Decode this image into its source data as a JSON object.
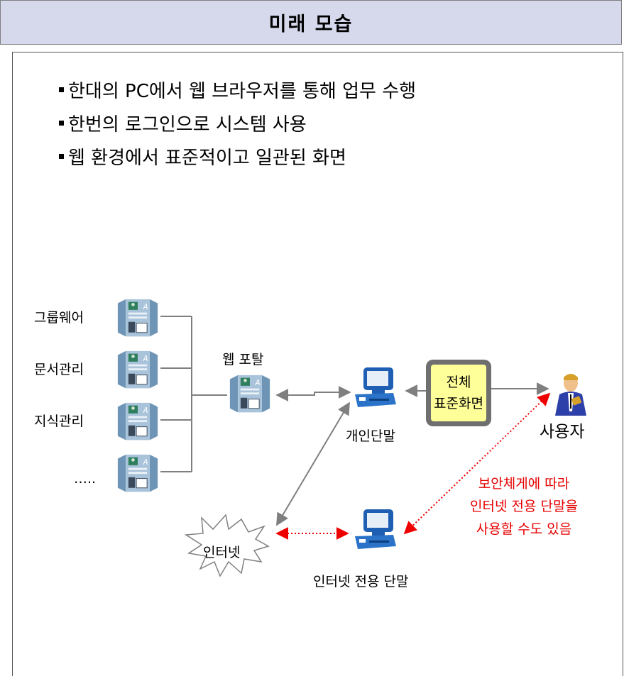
{
  "title": "미래 모습",
  "bullets": [
    "한대의 PC에서  웹 브라우저를 통해 업무 수행",
    "한번의 로그인으로 시스템 사용",
    "웹 환경에서 표준적이고 일관된 화면"
  ],
  "systems": [
    "그룹웨어",
    "문서관리",
    "지식관리",
    "….."
  ],
  "portal_label": "웹 포탈",
  "pc_label": "개인단말",
  "std_screen": [
    "전체",
    "표준화면"
  ],
  "user_label": "사용자",
  "internet_label": "인터넷",
  "internet_pc_label": "인터넷 전용 단말",
  "note_lines": [
    "보안체게에 따라",
    "인터넷 전용 단말을",
    "사용할 수도 있음"
  ],
  "colors": {
    "title_bg": "#d6d9ec",
    "note": "#e60000",
    "std_box_fill": "#ffff99",
    "line": "#7f7f7f"
  }
}
